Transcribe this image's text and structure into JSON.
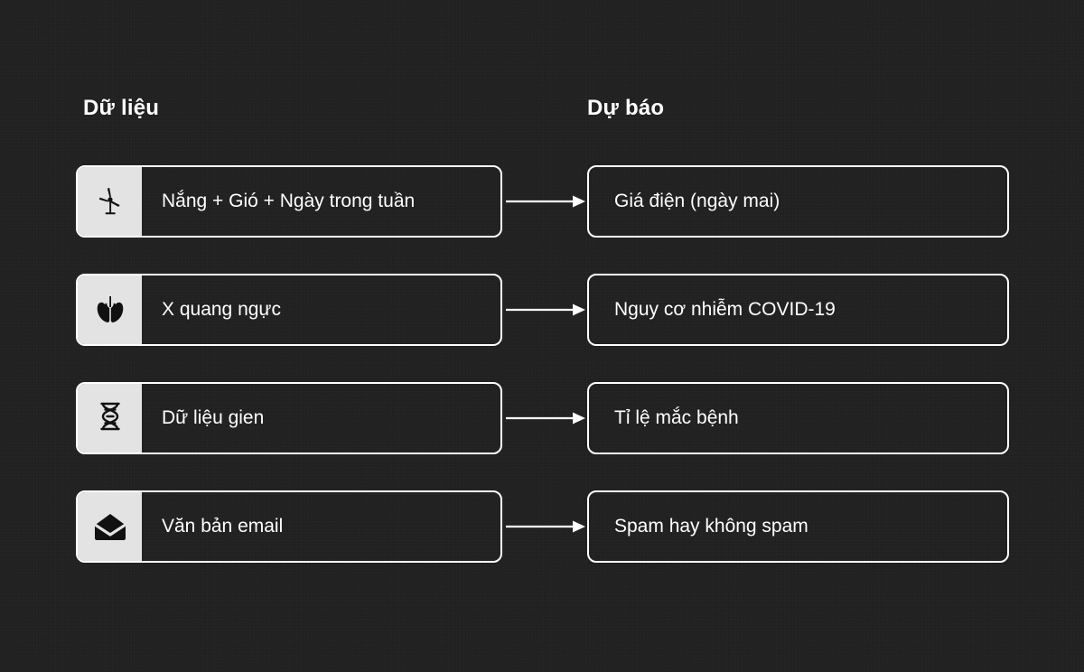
{
  "columns": {
    "input_heading": "Dữ liệu",
    "output_heading": "Dự báo"
  },
  "colors": {
    "background": "#222222",
    "card_border": "#ffffff",
    "icon_panel": "#e3e3e3",
    "icon_glyph": "#111111",
    "text": "#ffffff",
    "arrow": "#ffffff"
  },
  "rows": [
    {
      "icon": "wind-turbine-icon",
      "input": "Nắng + Gió + Ngày trong tuần",
      "output": "Giá điện (ngày mai)"
    },
    {
      "icon": "lungs-icon",
      "input": "X quang ngực",
      "output": "Nguy cơ nhiễm COVID-19"
    },
    {
      "icon": "dna-helix-icon",
      "input": "Dữ liệu gien",
      "output": "Tỉ lệ mắc bệnh"
    },
    {
      "icon": "envelope-open-icon",
      "input": "Văn bản email",
      "output": "Spam hay không spam"
    }
  ]
}
